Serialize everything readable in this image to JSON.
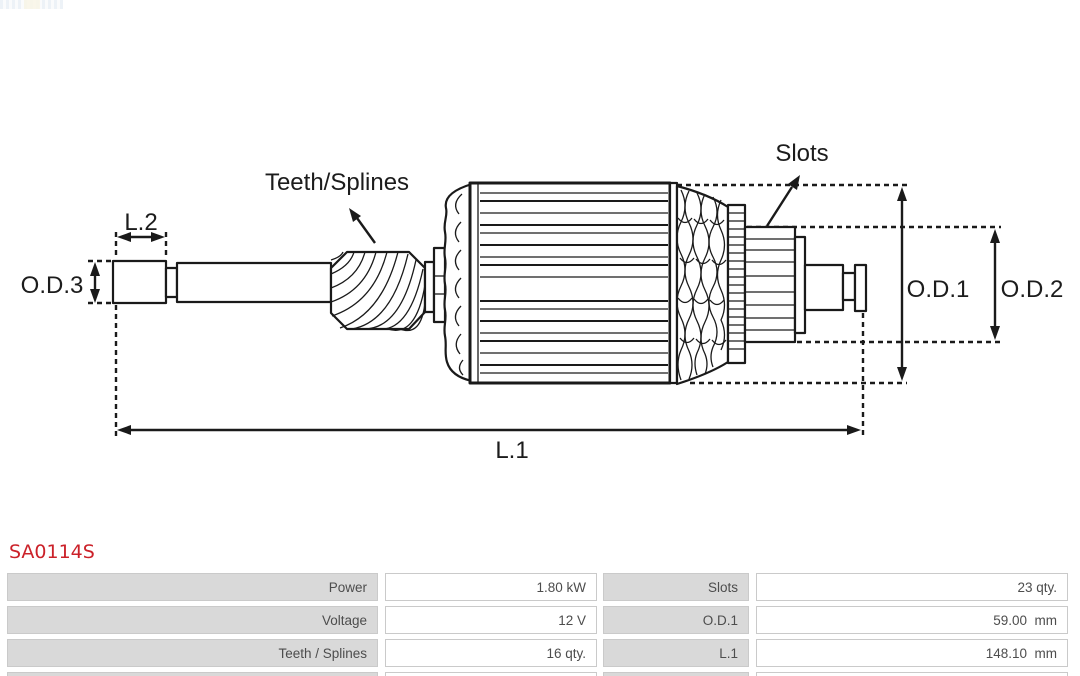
{
  "diagram": {
    "labels": {
      "l2": "L.2",
      "od3": "O.D.3",
      "teeth_splines": "Teeth/Splines",
      "slots": "Slots",
      "od1": "O.D.1",
      "od2": "O.D.2",
      "l1": "L.1"
    }
  },
  "part": {
    "number": "SA0114S",
    "style": "color:#cb2129"
  },
  "specs": {
    "rows": [
      {
        "label": "Power",
        "value": "1.80 kW",
        "label2": "Slots",
        "value2": "23 qty."
      },
      {
        "label": "Voltage",
        "value": "12 V",
        "label2": "O.D.1",
        "value2": "59.00  mm"
      },
      {
        "label": "Teeth / Splines",
        "value": "16 qty.",
        "label2": "L.1",
        "value2": "148.10  mm"
      }
    ]
  },
  "colors": {
    "accent_red": "#cb2129",
    "table_label_bg": "#d9d9d9",
    "table_border": "#cacaca",
    "table_text": "#4d4d4d",
    "diagram_ink": "#1a1a1a",
    "background": "#ffffff"
  }
}
